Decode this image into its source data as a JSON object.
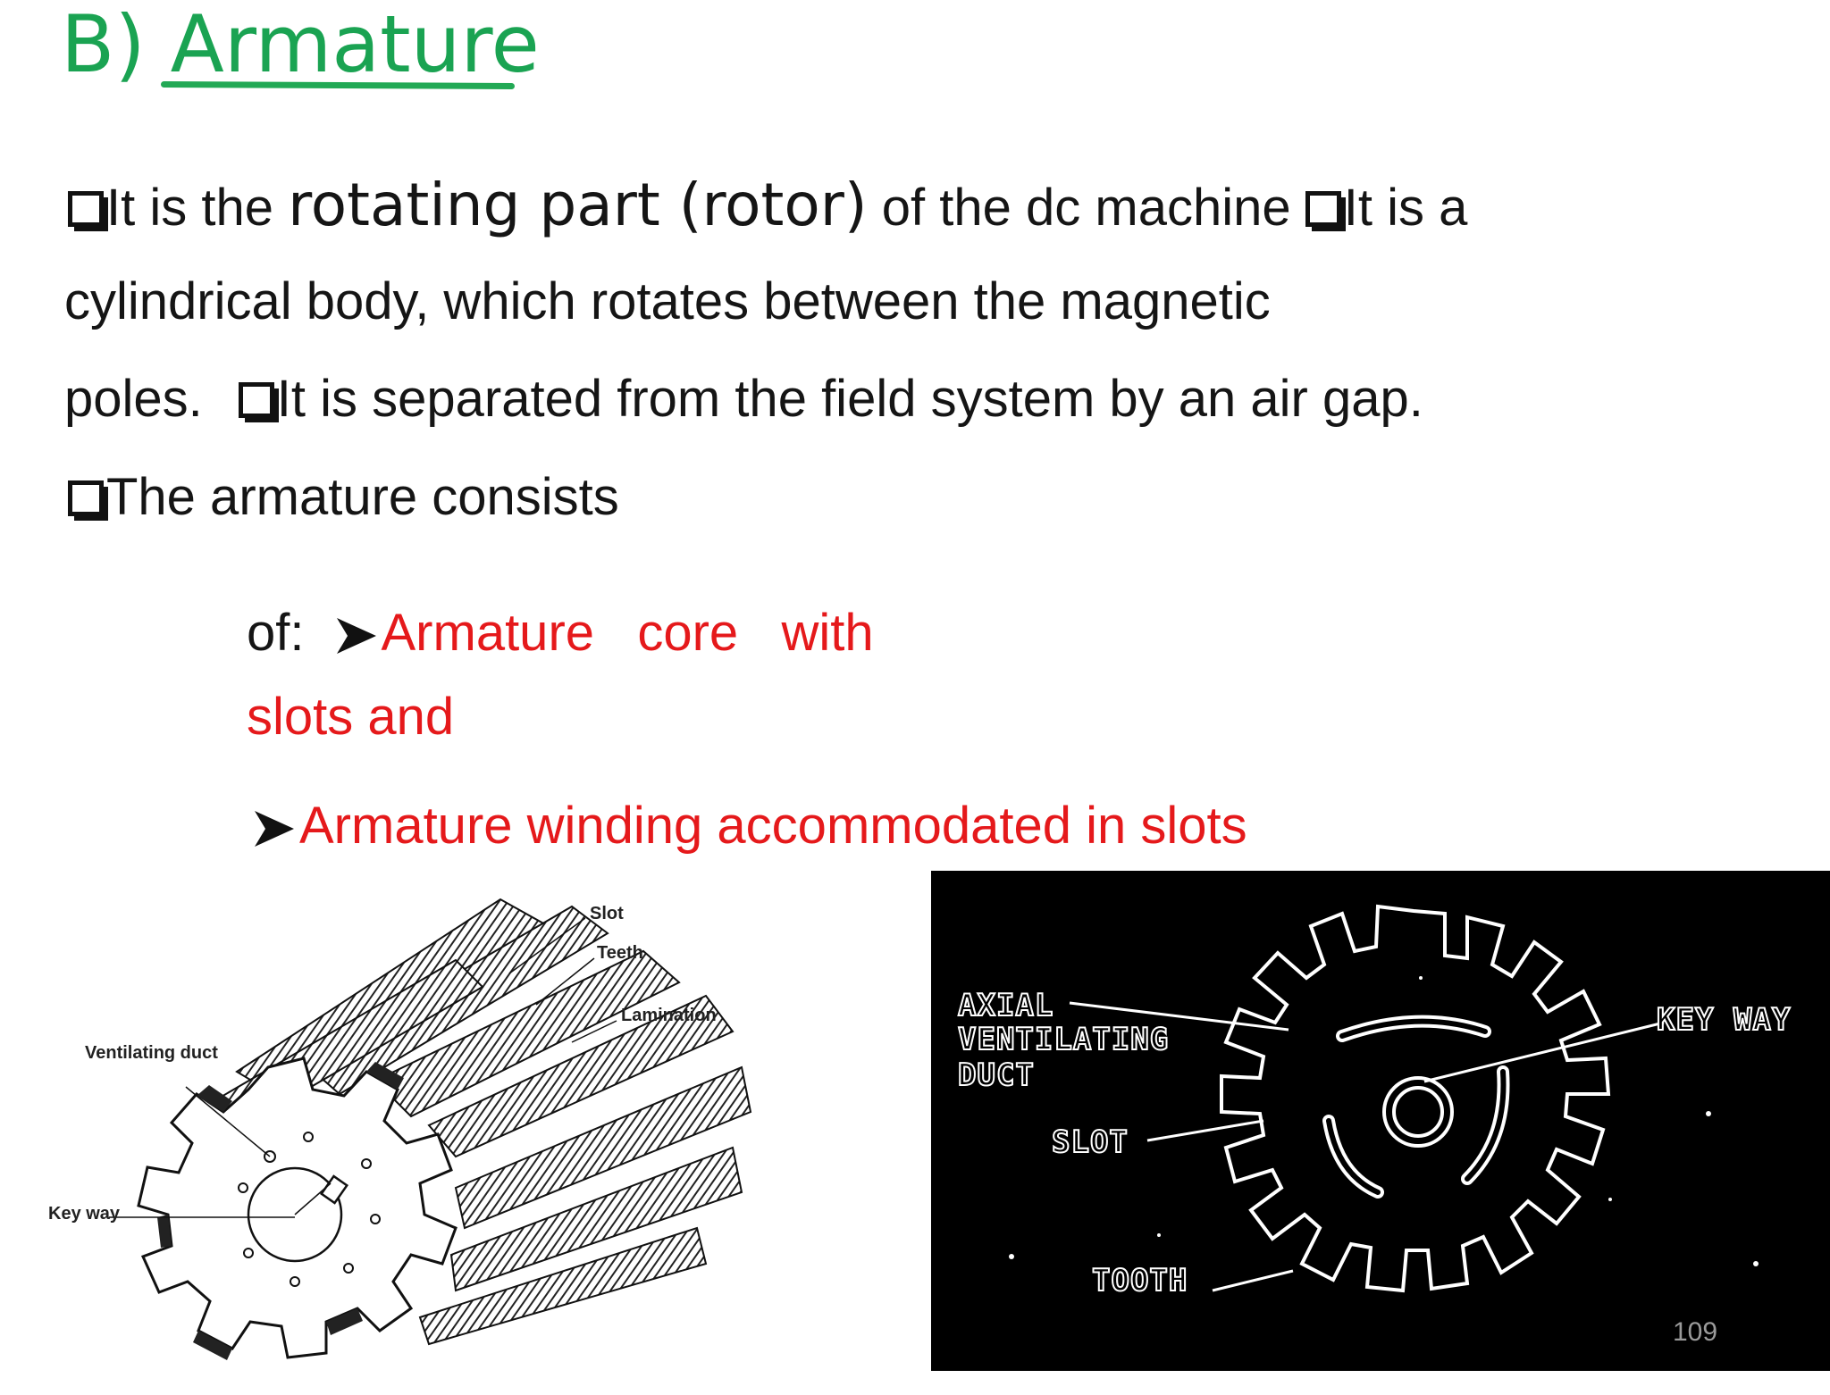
{
  "slide": {
    "title": "B) Armature",
    "page_number": "109",
    "colors": {
      "title": "#1aa352",
      "emphasis": "#e5191b",
      "body": "#151515"
    }
  },
  "bullets": {
    "b1_prefix": "It is the ",
    "b1_big": "rotating part (rotor)",
    "b1_suffix": " of the dc machine ",
    "b2_start": "It is a",
    "b2_cont": "cylindrical body, which rotates between the magnetic",
    "b2_end": "poles.",
    "b3": "It is separated from the field system by an air gap.",
    "b4": "The armature consists",
    "of": "of:",
    "sub1_a": "Armature   core   with",
    "sub1_b": "slots and",
    "sub2": "Armature winding accommodated in slots",
    "icons": {
      "bullet": "square-checkbox-icon",
      "sub_bullet": "arrowhead-icon"
    }
  },
  "figure_left": {
    "labels": {
      "slot": "Slot",
      "teeth": "Teeth",
      "lamination": "Lamination",
      "ventilating_duct": "Ventilating duct",
      "key_way": "Key way"
    }
  },
  "figure_right": {
    "labels": {
      "axial": "AXIAL",
      "ventilating": "VENTILATING",
      "duct": "DUCT",
      "slot": "SLOT",
      "tooth": "TOOTH",
      "keyway": "KEY WAY"
    }
  }
}
